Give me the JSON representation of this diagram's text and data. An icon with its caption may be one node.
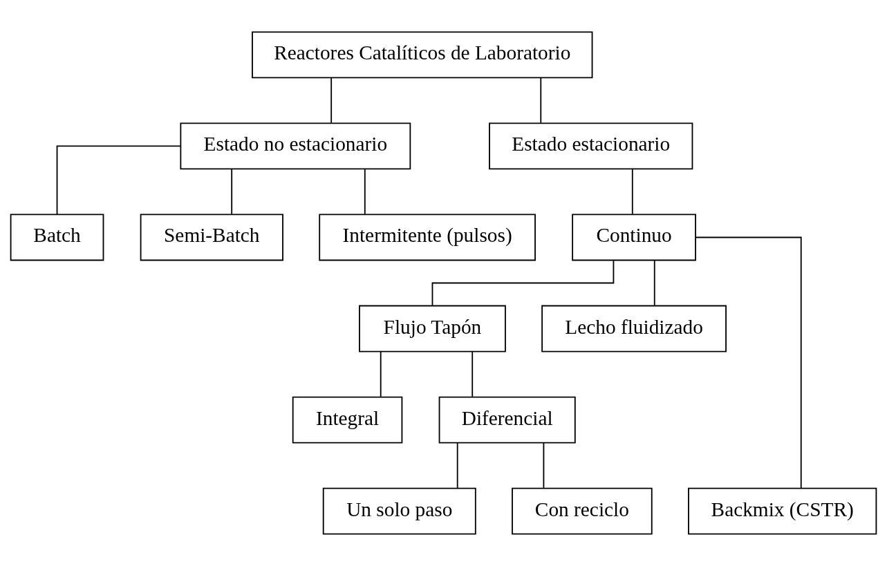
{
  "diagram": {
    "nodes": [
      {
        "text": [
          "Reactores Catalíticos de Laboratorio"
        ]
      },
      {
        "text": [
          "Estado no estacionario"
        ]
      },
      {
        "text": [
          "Estado estacionario"
        ]
      },
      {
        "text": [
          "Batch"
        ]
      },
      {
        "text": [
          "Semi-Batch"
        ]
      },
      {
        "text": [
          "Intermitente (pulsos)"
        ]
      },
      {
        "text": [
          "Continuo"
        ]
      },
      {
        "text": [
          "Flujo Tapón"
        ]
      },
      {
        "text": [
          "Lecho fluidizado"
        ]
      },
      {
        "text": [
          "Integral"
        ]
      },
      {
        "text": [
          "Diferencial"
        ]
      },
      {
        "text": [
          "Un solo paso"
        ]
      },
      {
        "text": [
          "Con reciclo"
        ]
      },
      {
        "text": [
          "Backmix (CSTR)"
        ]
      }
    ],
    "edges": [
      {
        "from": 0,
        "to": 1,
        "arrow": "none"
      },
      {
        "from": 0,
        "to": 2,
        "arrow": "none"
      },
      {
        "from": 1,
        "to": 3,
        "arrow": "none"
      },
      {
        "from": 1,
        "to": 4,
        "arrow": "none"
      },
      {
        "from": 1,
        "to": 5,
        "arrow": "none"
      },
      {
        "from": 2,
        "to": 6,
        "arrow": "none"
      },
      {
        "from": 6,
        "to": 7,
        "arrow": "none"
      },
      {
        "from": 6,
        "to": 8,
        "arrow": "none"
      },
      {
        "from": 6,
        "to": 13,
        "arrow": "none"
      },
      {
        "from": 7,
        "to": 9,
        "arrow": "none"
      },
      {
        "from": 7,
        "to": 10,
        "arrow": "none"
      },
      {
        "from": 10,
        "to": 11,
        "arrow": "none"
      },
      {
        "from": 10,
        "to": 12,
        "arrow": "none"
      }
    ]
  }
}
